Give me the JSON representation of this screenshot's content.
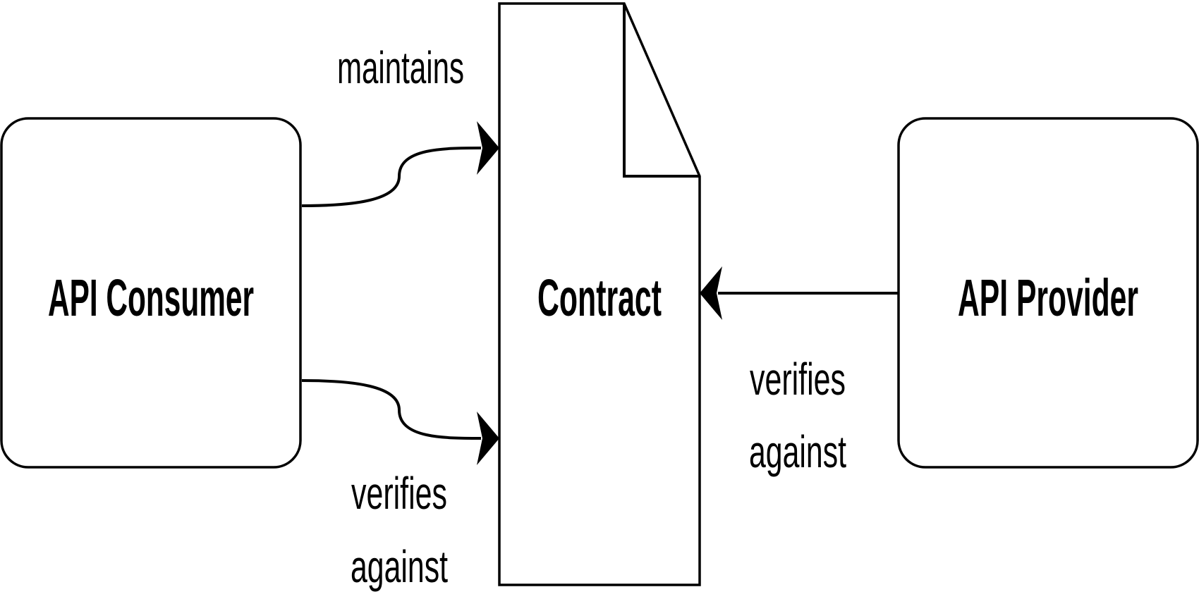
{
  "diagram": {
    "nodes": {
      "consumer": {
        "label": "API Consumer"
      },
      "contract": {
        "label": "Contract"
      },
      "provider": {
        "label": "API Provider"
      }
    },
    "edges": {
      "maintains": {
        "label": "maintains"
      },
      "consumer_verifies": {
        "line1": "verifies",
        "line2": "against"
      },
      "provider_verifies": {
        "line1": "verifies",
        "line2": "against"
      }
    },
    "colors": {
      "stroke": "#000000",
      "fill": "#ffffff"
    }
  }
}
